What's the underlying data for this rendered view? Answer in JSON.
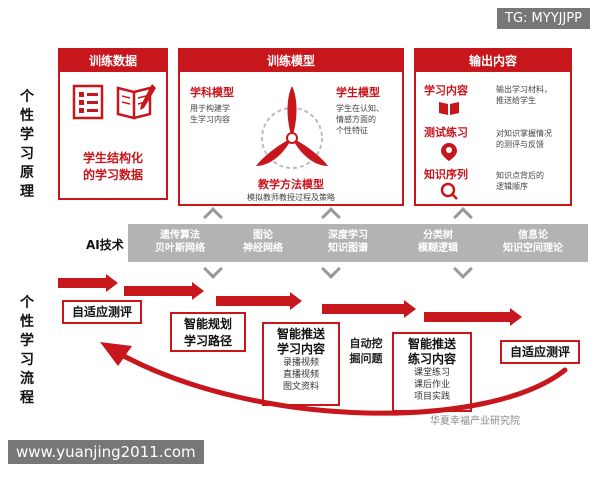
{
  "tags": {
    "top_right": "TG: MYYJJPP",
    "bottom_url": "www.yuanjing2011.com",
    "watermark": "华夏幸福产业研究院"
  },
  "left_labels": {
    "principle": [
      "个",
      "性",
      "学",
      "习",
      "原",
      "理"
    ],
    "process": [
      "个",
      "性",
      "学",
      "习",
      "流",
      "程"
    ]
  },
  "panels": {
    "training_data": {
      "title": "训练数据",
      "body": [
        "学生结构化",
        "的学习数据"
      ]
    },
    "training_model": {
      "title": "训练模型",
      "subject_model": {
        "title": "学科模型",
        "desc": [
          "用于构建学",
          "生学习内容"
        ]
      },
      "student_model": {
        "title": "学生模型",
        "desc": [
          "学生在认知、",
          "情感方面的",
          "个性特征"
        ]
      },
      "teaching_model": {
        "title": "教学方法模型",
        "desc": "模拟教师教授过程及策略"
      }
    },
    "output": {
      "title": "输出内容",
      "rows": [
        {
          "title": "学习内容",
          "desc": [
            "输出学习材料，",
            "推送给学生"
          ]
        },
        {
          "title": "测试练习",
          "desc": [
            "对知识掌握情况",
            "的测评与反馈"
          ]
        },
        {
          "title": "知识序列",
          "desc": [
            "知识点背后的",
            "逻辑顺序"
          ]
        }
      ]
    }
  },
  "ai": {
    "label": "AI技术",
    "items": [
      [
        "遗传算法",
        "贝叶斯网络"
      ],
      [
        "图论",
        "神经网络"
      ],
      [
        "深度学习",
        "知识图谱"
      ],
      [
        "分类树",
        "模糊逻辑"
      ],
      [
        "信息论",
        "知识空间理论"
      ]
    ]
  },
  "process": {
    "steps": [
      {
        "title": "自适应测评"
      },
      {
        "title": [
          "智能规划",
          "学习路径"
        ]
      },
      {
        "title": [
          "智能推送",
          "学习内容"
        ],
        "sub": [
          "录播视频",
          "直播视频",
          "图文资料"
        ]
      },
      {
        "title": [
          "自动挖",
          "掘问题"
        ]
      },
      {
        "title": [
          "智能推送",
          "练习内容"
        ],
        "sub": [
          "课堂练习",
          "课后作业",
          "项目实践"
        ]
      },
      {
        "title": "自适应测评"
      }
    ]
  },
  "colors": {
    "accent": "#c8161d",
    "ai_bar": "#b3b3b3",
    "chevron": "#999999"
  },
  "icons": [
    "checklist-icon",
    "book-icon",
    "propeller-icon",
    "book-open-icon",
    "pen-icon",
    "location-pin-icon",
    "magnifier-icon"
  ]
}
